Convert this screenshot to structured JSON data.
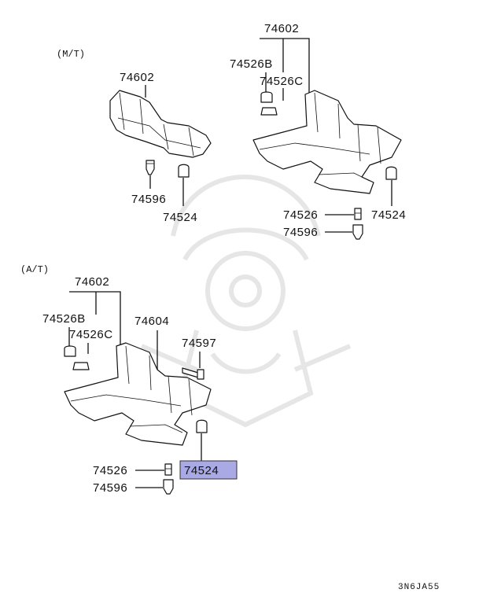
{
  "sections": {
    "mt": "(M/T)",
    "at": "(A/T)"
  },
  "mt_left": {
    "p74602": "74602",
    "p74596": "74596",
    "p74524": "74524"
  },
  "mt_right": {
    "p74602": "74602",
    "p74526b": "74526B",
    "p74526c": "74526C",
    "p74526": "74526",
    "p74596": "74596",
    "p74524": "74524"
  },
  "at": {
    "p74602": "74602",
    "p74526b": "74526B",
    "p74526c": "74526C",
    "p74604": "74604",
    "p74597": "74597",
    "p74526": "74526",
    "p74524": "74524",
    "p74596": "74596"
  },
  "highlight_color": "#a9a9e6",
  "diagram_ref": "3N6JA55",
  "watermark_icon": "samurai-helmet-logo"
}
